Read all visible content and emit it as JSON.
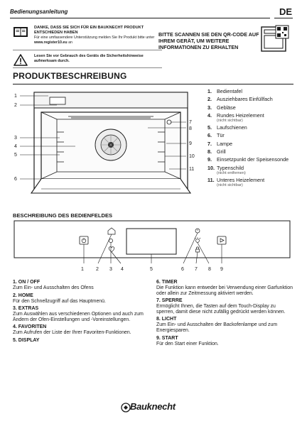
{
  "header": {
    "title": "Bedienungsanleitung",
    "language": "DE"
  },
  "notice": {
    "thanks_title": "DANKE, DASS SIE SICH FÜR EIN BAUKNECHT PRODUKT ENTSCHIEDEN HABEN",
    "thanks_text": "Für eine umfassendere Unterstützung melden Sie Ihr Produkt bitte unter",
    "thanks_link": "www.register10.eu",
    "thanks_suffix": "an",
    "read_text": "Lesen Sie vor Gebrauch des Geräts die Sicherheitshinweise aufmerksam durch.",
    "book_icon": "book-icon",
    "warning_icon": "warning-triangle-icon"
  },
  "qr": {
    "text": "BITTE SCANNEN SIE DEN QR-CODE AUF IHREM GERÄT, UM WEITERE INFORMATIONEN ZU ERHALTEN",
    "icon": "oven-qr-icon"
  },
  "product": {
    "title": "PRODUKTBESCHREIBUNG",
    "callouts": [
      "1",
      "2",
      "3",
      "4",
      "5",
      "6",
      "7",
      "8",
      "9",
      "10",
      "11"
    ],
    "parts": [
      {
        "num": "1.",
        "label": "Bedientafel",
        "note": ""
      },
      {
        "num": "2.",
        "label": "Ausziehbares Einfüllfach",
        "note": ""
      },
      {
        "num": "3.",
        "label": "Gebläse",
        "note": ""
      },
      {
        "num": "4.",
        "label": "Rundes Heizelement",
        "note": "(nicht sichtbar)"
      },
      {
        "num": "5.",
        "label": "Laufschienen",
        "note": ""
      },
      {
        "num": "6.",
        "label": "Tür",
        "note": ""
      },
      {
        "num": "7.",
        "label": "Lampe",
        "note": ""
      },
      {
        "num": "8.",
        "label": "Grill",
        "note": ""
      },
      {
        "num": "9.",
        "label": "Einsetzpunkt der Speisensonde",
        "note": ""
      },
      {
        "num": "10.",
        "label": "Typenschild",
        "note": "(nicht entfernen)"
      },
      {
        "num": "11.",
        "label": "Unteres Heizelement",
        "note": "(nicht sichtbar)"
      }
    ]
  },
  "panel": {
    "title": "BESCHREIBUNG DES BEDIENFELDES",
    "callouts": [
      "1",
      "2",
      "3",
      "4",
      "5",
      "6",
      "7",
      "8",
      "9"
    ]
  },
  "functions_left": [
    {
      "title": "1. ON / OFF",
      "desc": "Zum Ein- und Ausschalten des Ofens"
    },
    {
      "title": "2. HOME",
      "desc": "Für den Schnellzugriff auf das Hauptmenü."
    },
    {
      "title": "3. EXTRAS",
      "desc": "Zum Auswählen aus verschiedenen Optionen und auch zum Ändern der Ofen-Einstellungen und -Voreinstellungen."
    },
    {
      "title": "4. FAVORITEN",
      "desc": "Zum Aufrufen der Liste der Ihrer Favoriten-Funktionen."
    },
    {
      "title": "5. DISPLAY",
      "desc": ""
    }
  ],
  "functions_right": [
    {
      "title": "6. TIMER",
      "desc": "Die Funktion kann entweder bei Verwendung einer Garfunktion oder allein zur Zeitmessung aktiviert werden."
    },
    {
      "title": "7. SPERRE",
      "desc": "Ermöglicht Ihnen, die Tasten auf dem Touch-Display zu sperren, damit diese nicht zufällig gedrückt werden können."
    },
    {
      "title": "8. LICHT",
      "desc": "Zum Ein- und Ausschalten der Backofenlampe und zum Energiesparen."
    },
    {
      "title": "9. START",
      "desc": "Für den Start einer Funktion."
    }
  ],
  "footer": {
    "brand": "Bauknecht"
  }
}
